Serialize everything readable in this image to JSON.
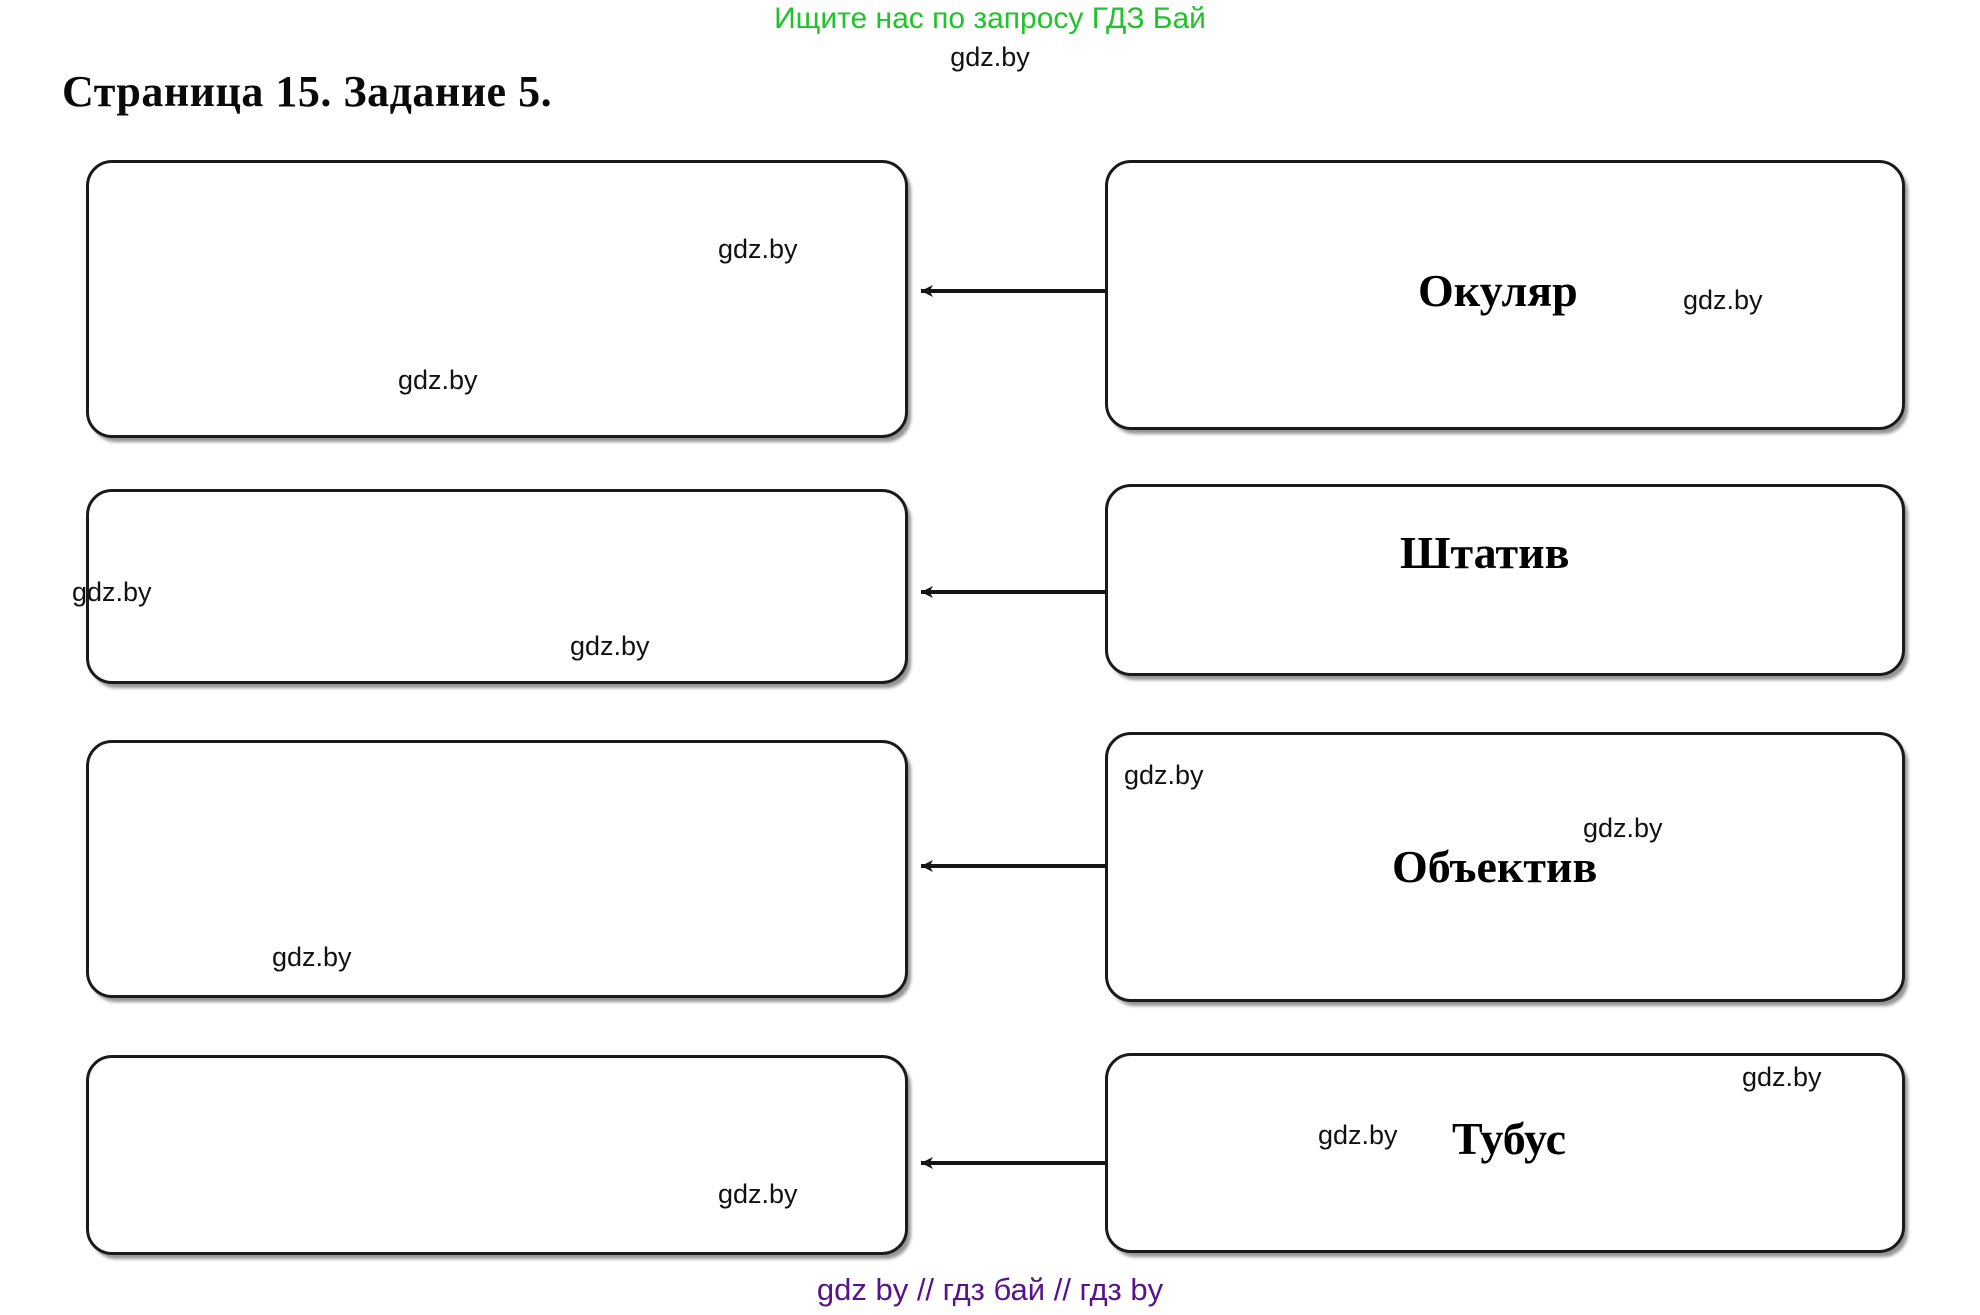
{
  "header": {
    "promo_text": "Ищите нас по запросу ГДЗ Бай",
    "promo_color": "#1fc32a",
    "watermark": "gdz.by"
  },
  "page_title": "Страница 15. Задание 5.",
  "footer": {
    "text": "gdz by  //  гдз бай  //  гдз by",
    "color": "#56138c"
  },
  "watermark_text": "gdz.by",
  "diagram": {
    "type": "matching-pairs",
    "arrow_direction": "right-to-left",
    "rows": [
      {
        "id": "row-1",
        "right_label": "Окуляр",
        "left_label": "",
        "left_watermarks": [
          "gdz.by",
          "gdz.by"
        ],
        "right_watermarks": [
          "gdz.by"
        ]
      },
      {
        "id": "row-2",
        "right_label": "Штатив",
        "left_label": "",
        "left_watermarks": [
          "gdz.by",
          "gdz.by"
        ],
        "right_watermarks": []
      },
      {
        "id": "row-3",
        "right_label": "Объектив",
        "left_label": "",
        "left_watermarks": [
          "gdz.by"
        ],
        "right_watermarks": [
          "gdz.by",
          "gdz.by"
        ]
      },
      {
        "id": "row-4",
        "right_label": "Тубус",
        "left_label": "",
        "left_watermarks": [
          "gdz.by"
        ],
        "right_watermarks": [
          "gdz.by",
          "gdz.by"
        ]
      }
    ]
  }
}
